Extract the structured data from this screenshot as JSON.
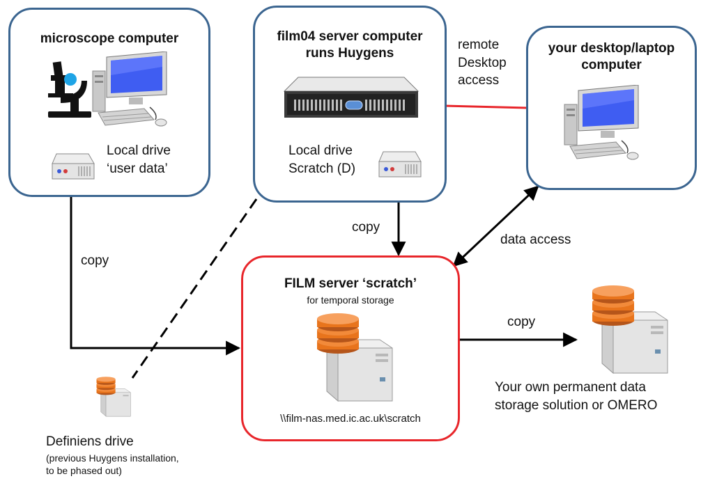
{
  "microscope_box": {
    "title": "microscope computer",
    "drive_label_1": "Local drive",
    "drive_label_2": "‘user data’"
  },
  "server_box": {
    "title_1": "film04 server computer",
    "title_2": "runs Huygens",
    "drive_label_1": "Local drive",
    "drive_label_2": "Scratch (D)"
  },
  "desktop_box": {
    "title_1": "your desktop/laptop",
    "title_2": "computer"
  },
  "remote_access": {
    "line1": "remote",
    "line2": "Desktop",
    "line3": "access"
  },
  "film_box": {
    "title": "FILM server ‘scratch’",
    "subtitle": "for temporal storage",
    "path": "\\\\film-nas.med.ic.ac.uk\\scratch"
  },
  "edges": {
    "copy_left": "copy",
    "copy_middle": "copy",
    "copy_right": "copy",
    "data_access": "data access"
  },
  "permanent": {
    "line1": "Your own permanent data",
    "line2": "storage solution or OMERO"
  },
  "definiens": {
    "title": "Definiens drive",
    "note1": "(previous Huygens installation,",
    "note2": "to be phased out)"
  },
  "colors": {
    "box_border": "#3b6590",
    "film_border": "#e8262b",
    "remote_line": "#e8262b",
    "arrow": "#000000",
    "db_orange": "#e8741c"
  }
}
